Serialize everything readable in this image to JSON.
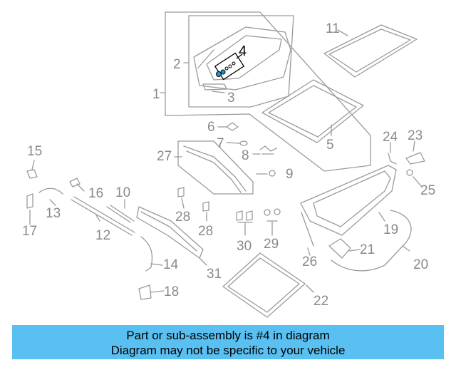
{
  "diagram": {
    "highlighted_part": "4",
    "highlight_color": "#000000",
    "part_color": "#8a8a8a",
    "callouts": [
      "1",
      "2",
      "3",
      "4",
      "5",
      "6",
      "7",
      "8",
      "9",
      "10",
      "11",
      "12",
      "13",
      "14",
      "15",
      "16",
      "17",
      "18",
      "19",
      "20",
      "21",
      "22",
      "23",
      "24",
      "25",
      "26",
      "27",
      "28",
      "28",
      "29",
      "30",
      "31"
    ]
  },
  "banner": {
    "line1": "Part or sub-assembly is #4 in diagram",
    "line2": "Diagram may not be specific to your vehicle",
    "background": "#59c0f1"
  }
}
